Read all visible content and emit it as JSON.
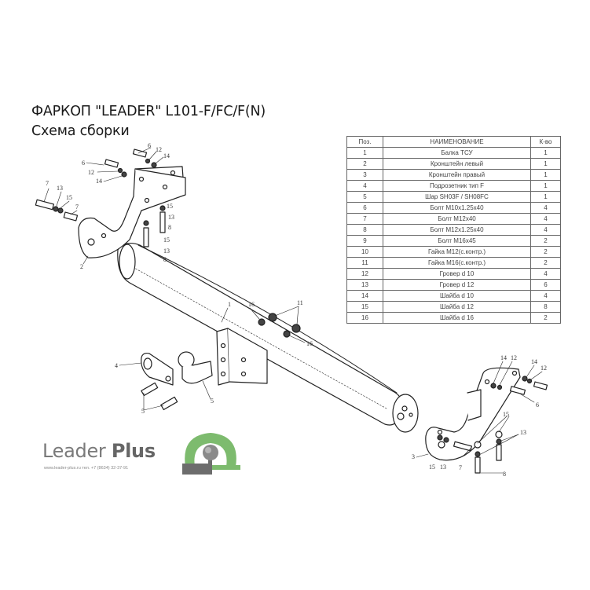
{
  "header": {
    "title": "ФАРКОП \"LEADER\" L101-F/FC/F(N)",
    "subtitle": "Схема сборки"
  },
  "parts_table": {
    "columns": [
      "Поз.",
      "НАИМЕНОВАНИЕ",
      "К-во"
    ],
    "rows": [
      {
        "pos": "1",
        "name": "Балка ТСУ",
        "qty": "1"
      },
      {
        "pos": "2",
        "name": "Кронштейн левый",
        "qty": "1"
      },
      {
        "pos": "3",
        "name": "Кронштейн правый",
        "qty": "1"
      },
      {
        "pos": "4",
        "name": "Подрозетник тип F",
        "qty": "1"
      },
      {
        "pos": "5",
        "name": "Шар  SH03F / SH08FC",
        "qty": "1"
      },
      {
        "pos": "6",
        "name": "Болт M10x1.25x40",
        "qty": "4"
      },
      {
        "pos": "7",
        "name": "Болт M12x40",
        "qty": "4"
      },
      {
        "pos": "8",
        "name": "Болт M12x1.25x40",
        "qty": "4"
      },
      {
        "pos": "9",
        "name": "Болт M16x45",
        "qty": "2"
      },
      {
        "pos": "10",
        "name": "Гайка M12(с.контр.)",
        "qty": "2"
      },
      {
        "pos": "11",
        "name": "Гайка M16(с.контр.)",
        "qty": "2"
      },
      {
        "pos": "12",
        "name": "Гровер d 10",
        "qty": "4"
      },
      {
        "pos": "13",
        "name": "Гровер d 12",
        "qty": "6"
      },
      {
        "pos": "14",
        "name": "Шайба d 10",
        "qty": "4"
      },
      {
        "pos": "15",
        "name": "Шайба d 12",
        "qty": "8"
      },
      {
        "pos": "16",
        "name": "Шайба d 16",
        "qty": "2"
      }
    ]
  },
  "diagram_labels": {
    "left_bracket": [
      "6",
      "12",
      "14",
      "6",
      "12",
      "14",
      "7",
      "13",
      "15",
      "7",
      "2",
      "15",
      "13",
      "8",
      "15",
      "13",
      "8"
    ],
    "beam": [
      "1",
      "16",
      "11",
      "11",
      "16"
    ],
    "ball": [
      "4",
      "5",
      "5"
    ],
    "right_bracket": [
      "14",
      "12",
      "14",
      "12",
      "6",
      "15",
      "13",
      "3",
      "15",
      "13",
      "7",
      "8"
    ]
  },
  "logo": {
    "brand_light": "Leader",
    "brand_bold": "Plus",
    "contact": "www.leader-plus.ru    тел. +7 (8634) 32-37-91",
    "colors": {
      "green": "#7dbb6e",
      "gray": "#6d6d6d",
      "ball": "#8a8a8a"
    }
  }
}
